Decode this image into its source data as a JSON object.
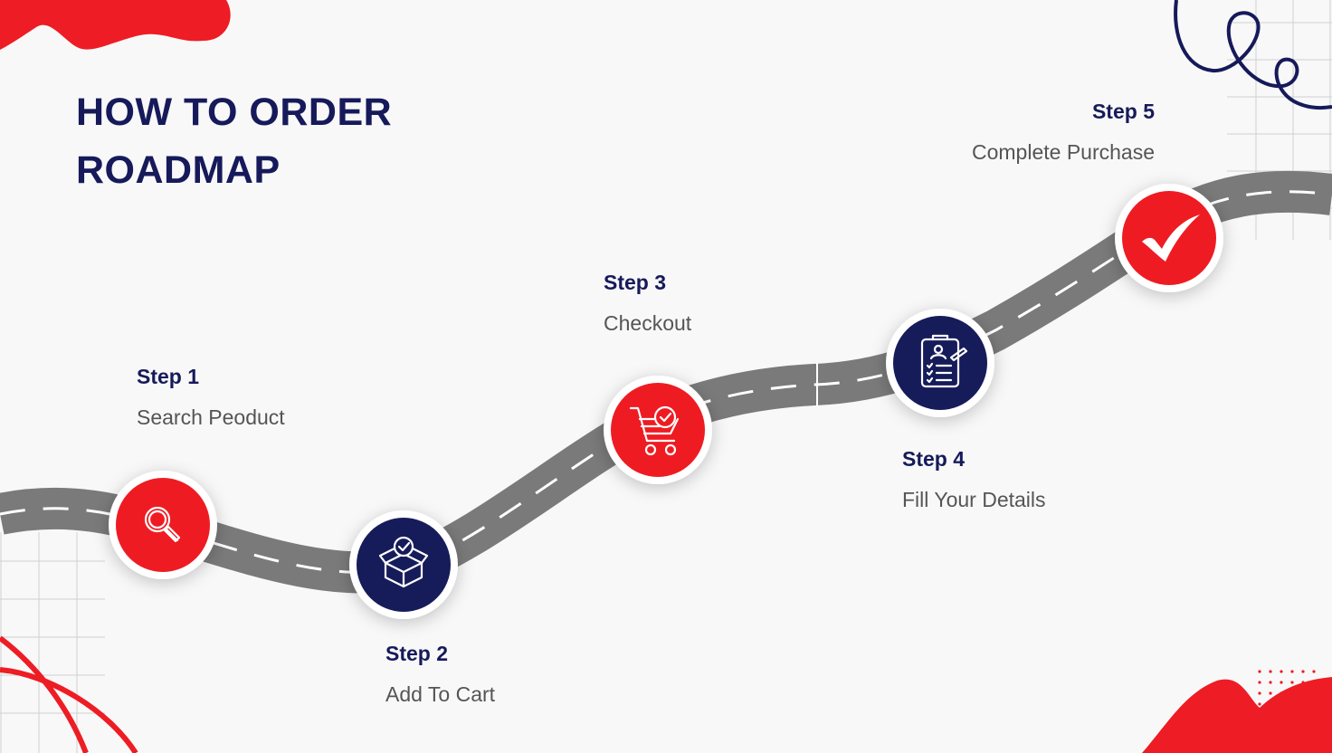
{
  "title": {
    "line1": "HOW TO ORDER",
    "line2": "ROADMAP"
  },
  "colors": {
    "navy": "#161a5a",
    "red": "#ee1c24",
    "road": "#7a7a7a",
    "text": "#555555",
    "background": "#f8f8f8"
  },
  "steps": [
    {
      "label": "Step 1",
      "desc": "Search Peoduct",
      "icon": "magnifier-icon",
      "color": "red"
    },
    {
      "label": "Step 2",
      "desc": "Add To Cart",
      "icon": "box-check-icon",
      "color": "navy"
    },
    {
      "label": "Step 3",
      "desc": "Checkout",
      "icon": "cart-check-icon",
      "color": "red"
    },
    {
      "label": "Step 4",
      "desc": "Fill Your Details",
      "icon": "clipboard-form-icon",
      "color": "navy"
    },
    {
      "label": "Step 5",
      "desc": "Complete Purchase",
      "icon": "checkmark-icon",
      "color": "red"
    }
  ]
}
